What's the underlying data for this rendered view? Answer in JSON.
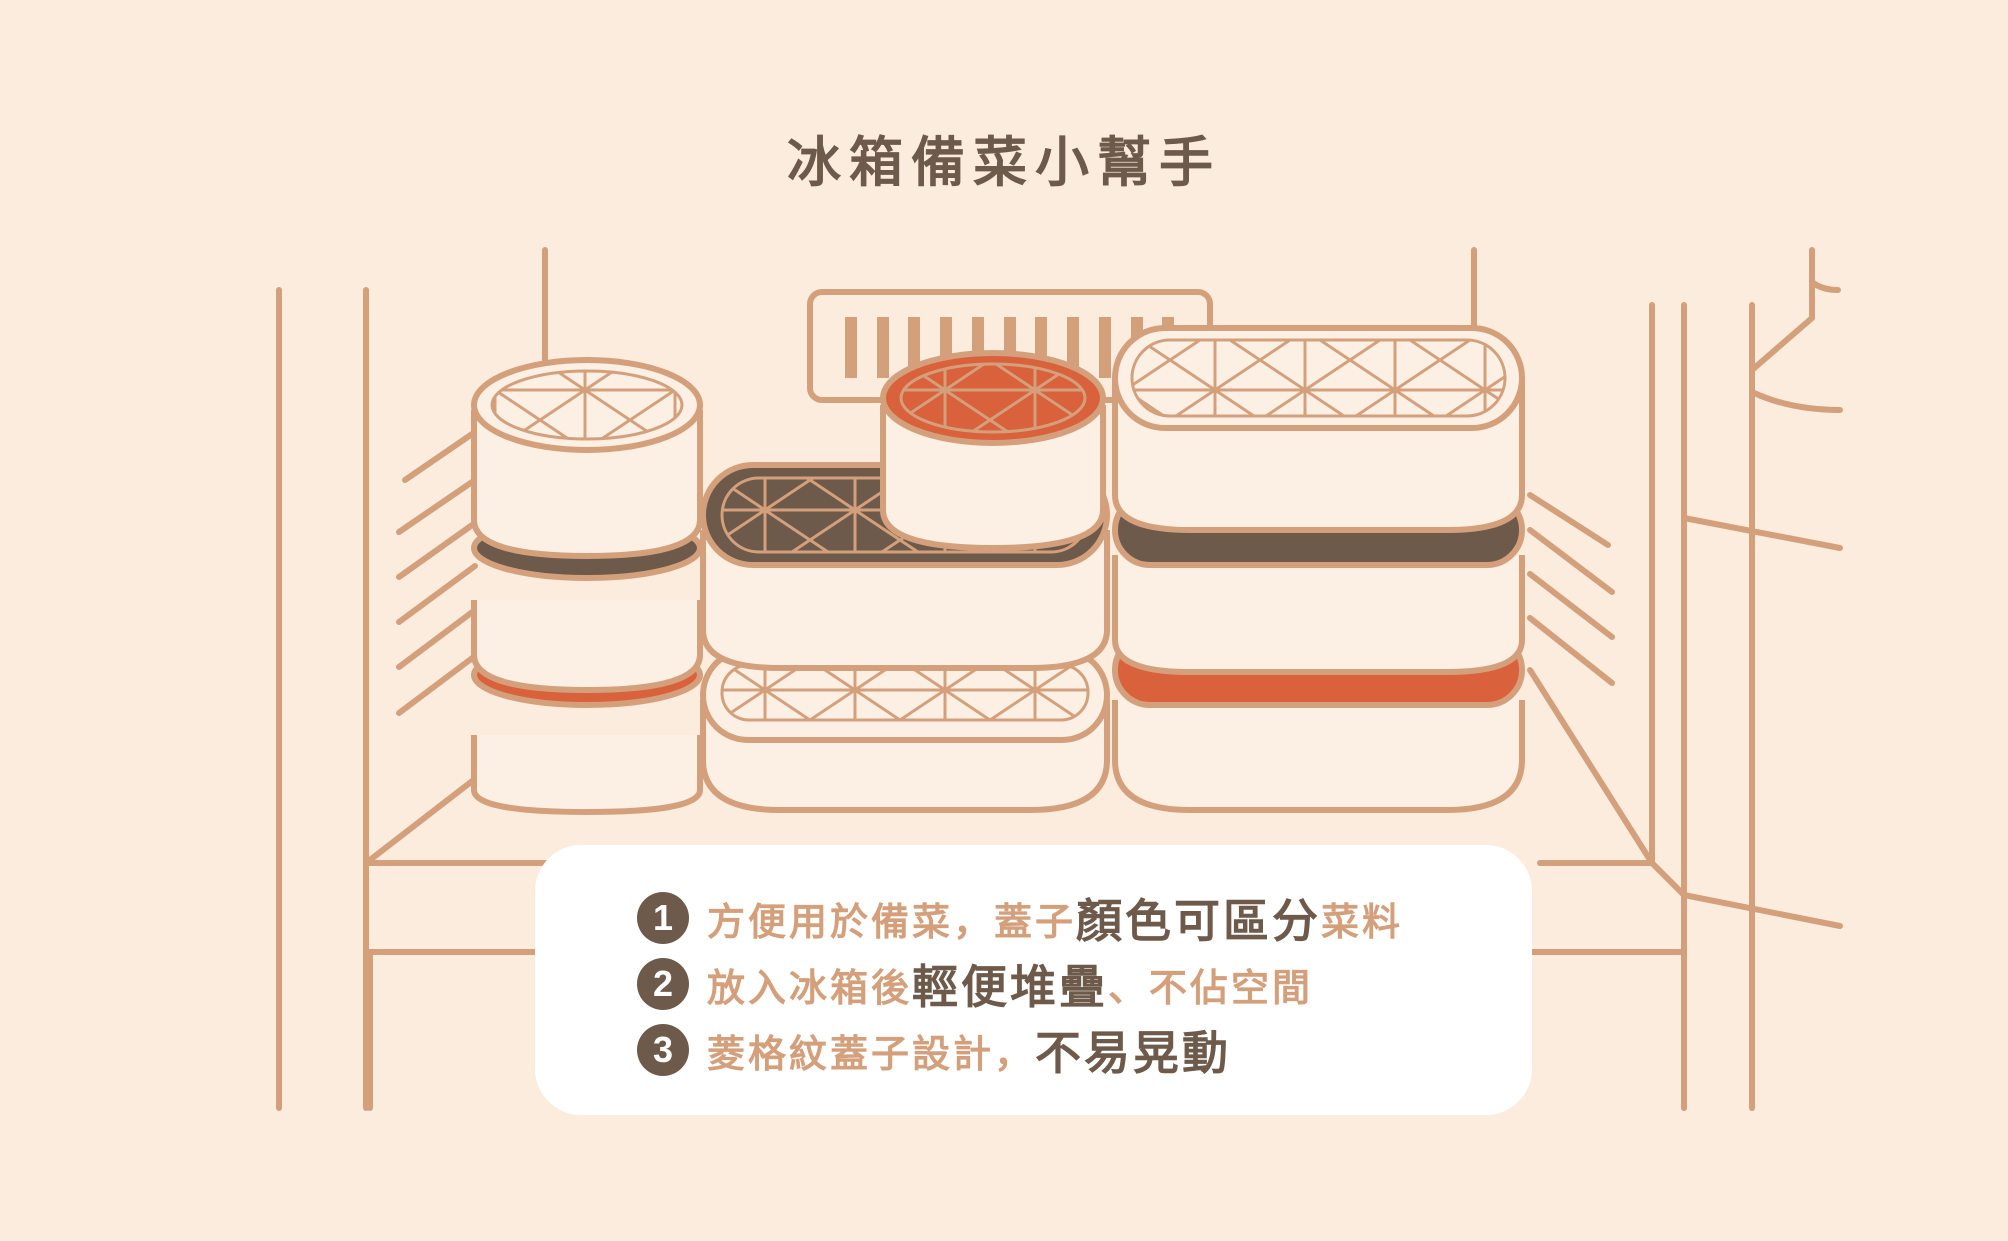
{
  "title": "冰箱備菜小幫手",
  "colors": {
    "background": "#fcecdd",
    "line": "#d4a07c",
    "dark_brown": "#6e5a4a",
    "orange_red": "#d9613c",
    "container_fill": "#fcefe3",
    "info_box": "#ffffff"
  },
  "features": [
    {
      "number": "1",
      "segments": [
        {
          "text": "方便用於備菜，蓋子",
          "style": "light"
        },
        {
          "text": "顏色可區分",
          "style": "dark"
        },
        {
          "text": "菜料",
          "style": "light"
        }
      ]
    },
    {
      "number": "2",
      "segments": [
        {
          "text": "放入冰箱後",
          "style": "light"
        },
        {
          "text": "輕便堆疊",
          "style": "dark"
        },
        {
          "text": "、不佔空間",
          "style": "light"
        }
      ]
    },
    {
      "number": "3",
      "segments": [
        {
          "text": "菱格紋蓋子設計，",
          "style": "light"
        },
        {
          "text": "不易晃動",
          "style": "dark"
        }
      ]
    }
  ],
  "illustration": {
    "scene": "refrigerator-shelf",
    "stacks": [
      {
        "position": "left",
        "shape": "round",
        "lids_top_to_bottom": [
          "cream",
          "dark-brown",
          "orange-red"
        ]
      },
      {
        "position": "middle",
        "shape": "oval",
        "lids_top_to_bottom": [
          "dark-brown",
          "cream"
        ],
        "extra_on_top": {
          "shape": "round",
          "lid": "orange-red"
        }
      },
      {
        "position": "right",
        "shape": "oval",
        "lids_top_to_bottom": [
          "cream",
          "dark-brown",
          "orange-red"
        ]
      }
    ]
  }
}
